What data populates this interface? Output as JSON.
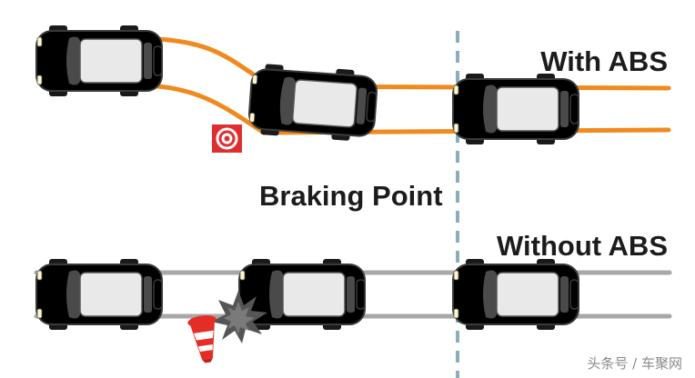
{
  "labels": {
    "with_abs": "With ABS",
    "braking_point": "Braking Point",
    "without_abs": "Without ABS"
  },
  "watermark": "头条号 / 车聚网",
  "icons": [
    "target-icon",
    "traffic-cone-icon",
    "crash-burst-icon"
  ],
  "colors": {
    "with_abs_track": "#f08a1e",
    "with_abs_car": "#f5a623",
    "without_abs_track": "#a8a8a8",
    "without_abs_car": "#b9b9b9",
    "braking_line": "#8aaebc",
    "target": "#e02e2e",
    "cone": "#e52d27",
    "burst": "#555555"
  }
}
